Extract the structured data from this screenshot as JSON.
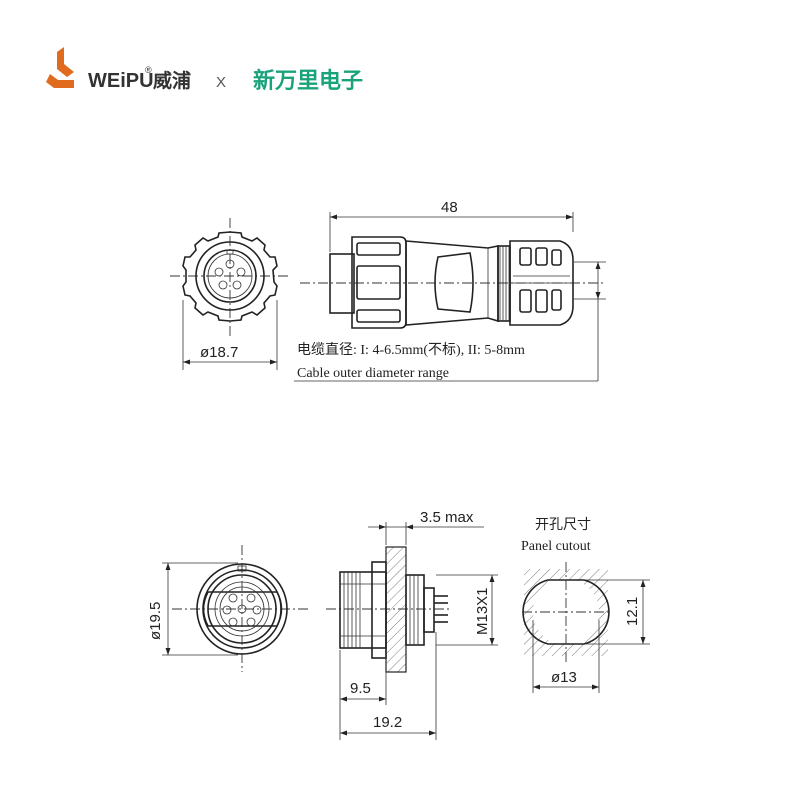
{
  "header": {
    "brand_latin": "WEiPU",
    "brand_registered": "®",
    "brand_cn": "威浦",
    "separator": "X",
    "partner": "新万里电子",
    "colors": {
      "logo": "#e06a1e",
      "brand_text": "#333333",
      "partner": "#1aa37a",
      "separator": "#555555"
    }
  },
  "plug": {
    "front_dia_label": "ø18.7",
    "length_label": "48",
    "cable_range_cn": "电缆直径: I: 4-6.5mm(不标), II: 5-8mm",
    "cable_range_en": "Cable outer  diameter range"
  },
  "receptacle": {
    "front_dia_label": "ø19.5",
    "panel_thickness_label": "3.5 max",
    "thread_label": "M13X1",
    "front_length_label": "9.5",
    "total_length_label": "19.2"
  },
  "panel_cutout": {
    "title_cn": "开孔尺寸",
    "title_en": "Panel cutout",
    "flat_label": "12.1",
    "dia_label": "ø13"
  }
}
